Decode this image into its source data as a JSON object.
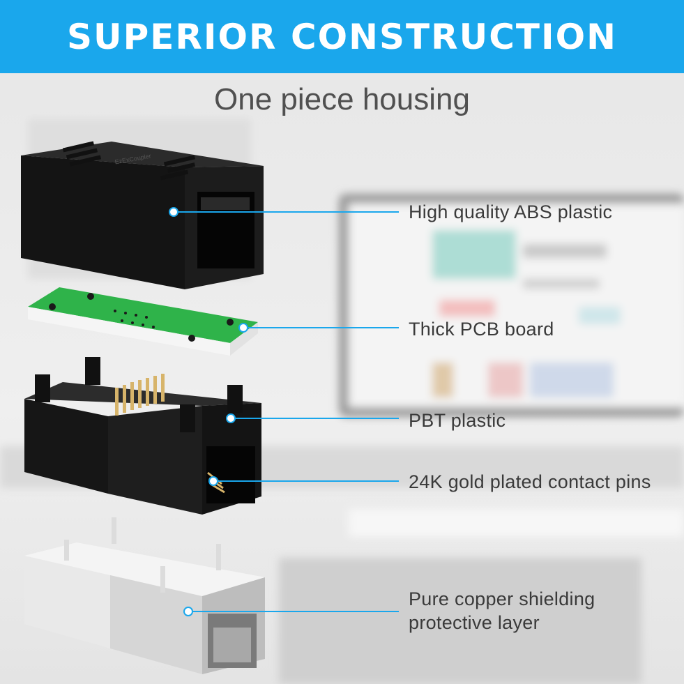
{
  "banner": {
    "title": "SUPERIOR CONSTRUCTION",
    "color": "#1aa7ec"
  },
  "subtitle": "One piece housing",
  "housing_brand": "EzExCoupler",
  "callouts": [
    {
      "label": "High quality ABS plastic"
    },
    {
      "label": "Thick PCB board"
    },
    {
      "label": "PBT plastic"
    },
    {
      "label": "24K gold plated contact pins"
    },
    {
      "label": "Pure copper shielding",
      "label2": "protective layer"
    }
  ],
  "colors": {
    "callout_line": "#1aa7ec",
    "text": "#3a3a3a",
    "pcb": "#2fb34a"
  }
}
